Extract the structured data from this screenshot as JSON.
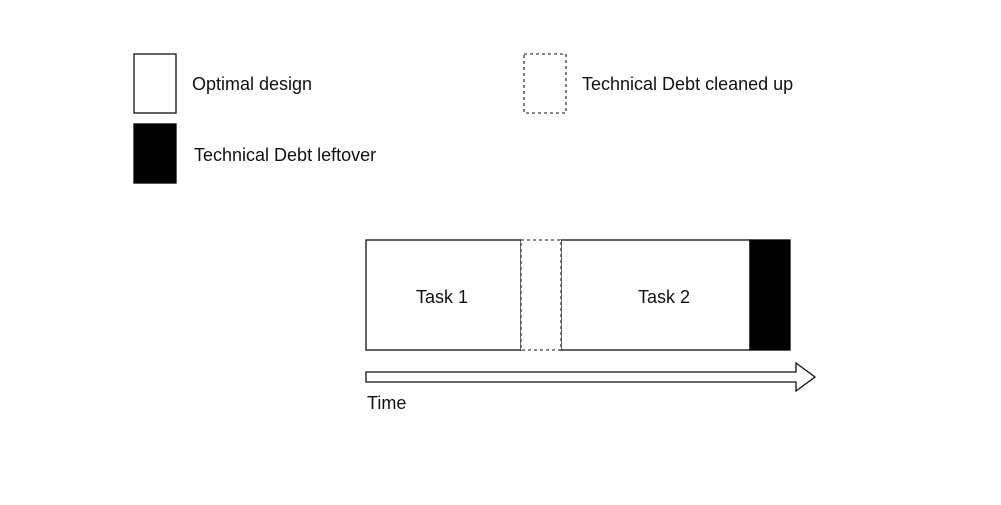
{
  "legend": [
    {
      "key": "optimal",
      "label": "Optimal design",
      "style": "solid-outline"
    },
    {
      "key": "cleaned",
      "label": "Technical Debt cleaned up",
      "style": "dashed-outline"
    },
    {
      "key": "leftover",
      "label": "Technical Debt leftover",
      "style": "filled"
    }
  ],
  "timeline": {
    "segments": [
      {
        "key": "task1",
        "label": "Task 1",
        "style": "solid-outline"
      },
      {
        "key": "cleanup",
        "label": "",
        "style": "dashed-outline"
      },
      {
        "key": "task2",
        "label": "Task 2",
        "style": "solid-outline"
      },
      {
        "key": "debt",
        "label": "",
        "style": "filled"
      }
    ],
    "axis_label": "Time"
  },
  "colors": {
    "stroke": "#111111",
    "fill_dark": "#000000",
    "background": "#ffffff"
  }
}
